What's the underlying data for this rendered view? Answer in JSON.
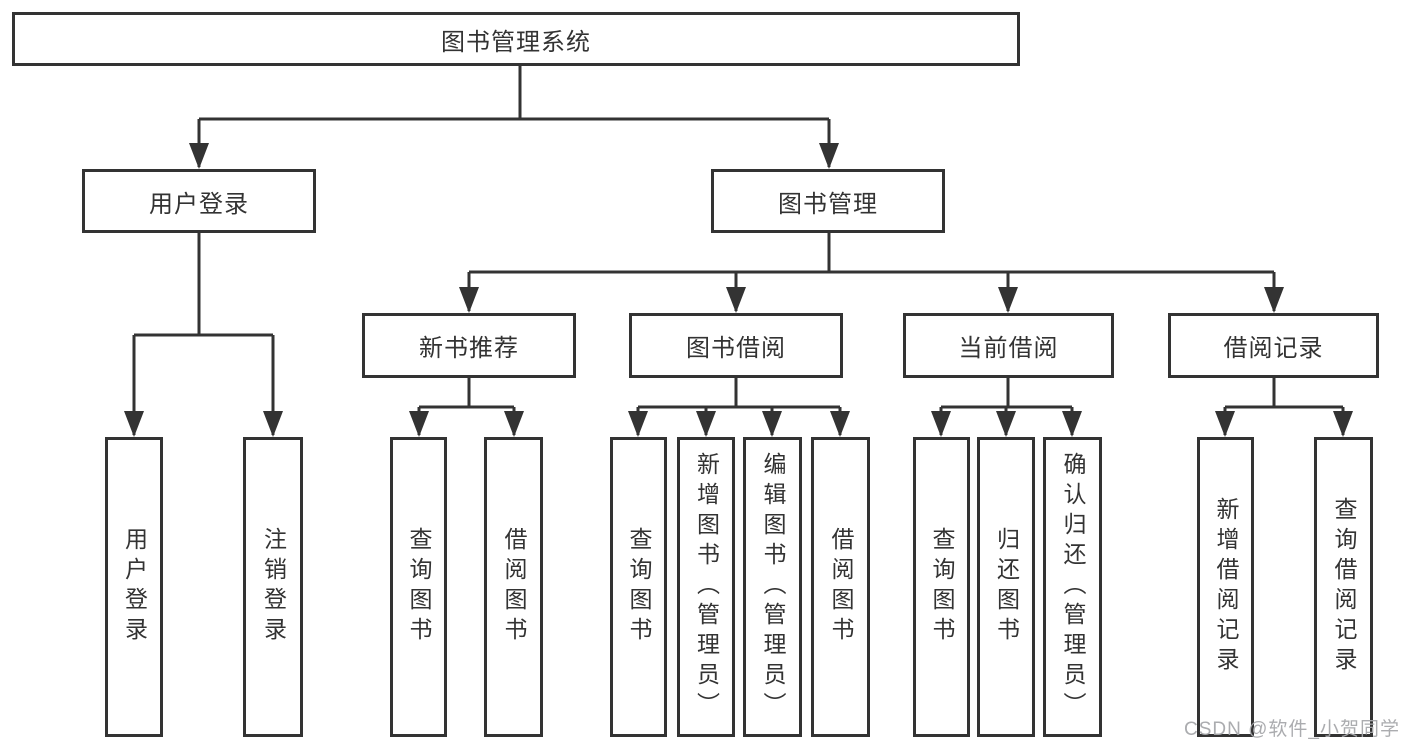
{
  "diagram": {
    "root": {
      "label": "图书管理系统"
    },
    "level2": [
      {
        "label": "用户登录"
      },
      {
        "label": "图书管理"
      }
    ],
    "level3": [
      {
        "label": "新书推荐"
      },
      {
        "label": "图书借阅"
      },
      {
        "label": "当前借阅"
      },
      {
        "label": "借阅记录"
      }
    ],
    "leaves": {
      "user": [
        "用户登录",
        "注销登录"
      ],
      "recommend": [
        "查询图书",
        "借阅图书"
      ],
      "borrow": [
        "查询图书",
        "新增图书（管理员）",
        "编辑图书（管理员）",
        "借阅图书"
      ],
      "current": [
        "查询图书",
        "归还图书",
        "确认归还（管理员）"
      ],
      "records": [
        "新增借阅记录",
        "查询借阅记录"
      ]
    },
    "colors": {
      "line": "#333333",
      "text": "#333333",
      "box_bg": "#ffffff",
      "watermark": "#a6a8ab"
    },
    "watermark": "CSDN @软件_小贺同学"
  }
}
